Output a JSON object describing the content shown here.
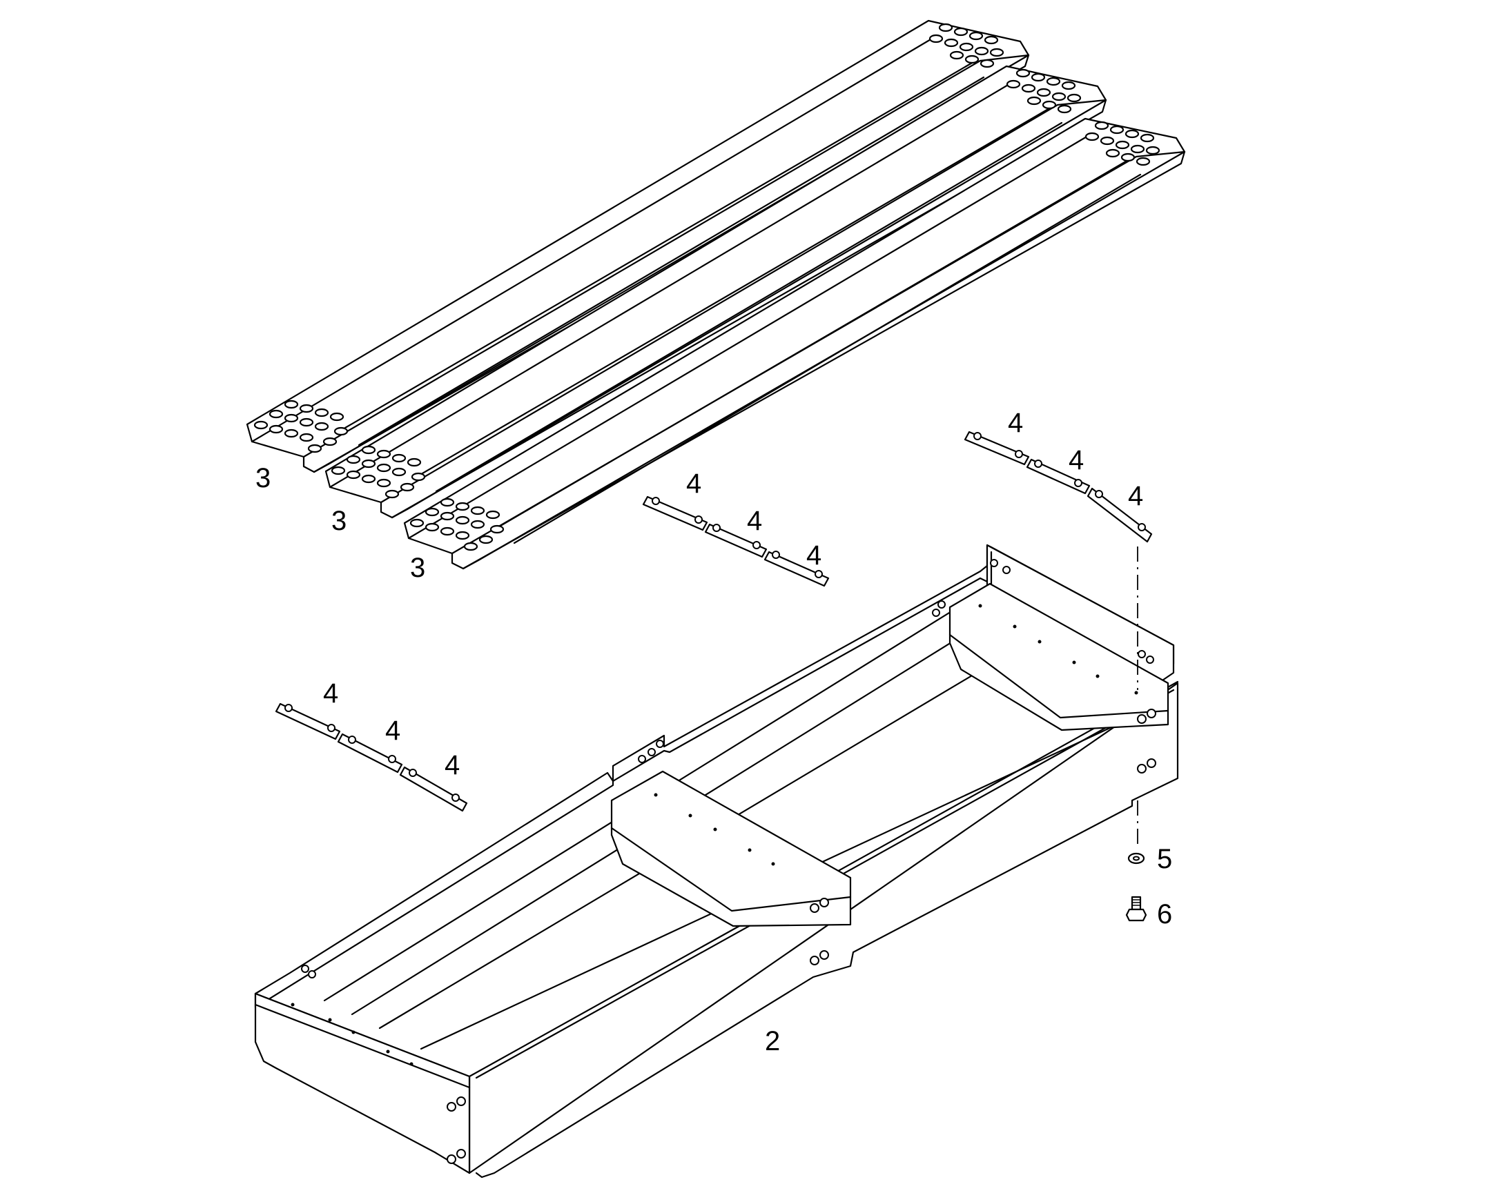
{
  "callouts": {
    "frame": "2",
    "grating_1": "3",
    "grating_2": "3",
    "grating_3": "3",
    "strip_a1": "4",
    "strip_a2": "4",
    "strip_a3": "4",
    "strip_b1": "4",
    "strip_b2": "4",
    "strip_b3": "4",
    "strip_c1": "4",
    "strip_c2": "4",
    "strip_c3": "4",
    "washer": "5",
    "bolt": "6"
  }
}
